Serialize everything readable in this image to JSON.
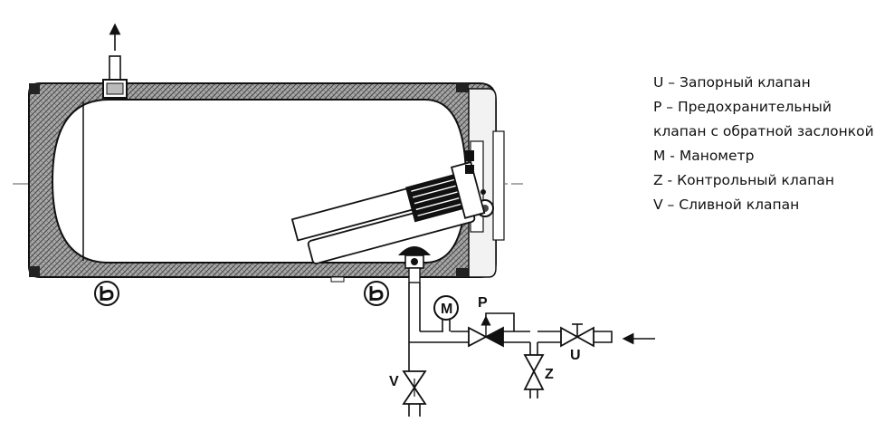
{
  "legend": [
    "U – Запорный клапан",
    "P – Предохранительный",
    "клапан с обратной заслонкой",
    "M - Манометр",
    "Z - Контрольный клапан",
    "V – Сливной клапан"
  ],
  "labels": {
    "manometer": "M",
    "safety_valve": "P",
    "control_valve": "Z",
    "shutoff_valve": "U",
    "drain_valve": "V"
  },
  "colors": {
    "line": "#111111",
    "insulation": "#8a8a8a",
    "background": "#ffffff"
  }
}
